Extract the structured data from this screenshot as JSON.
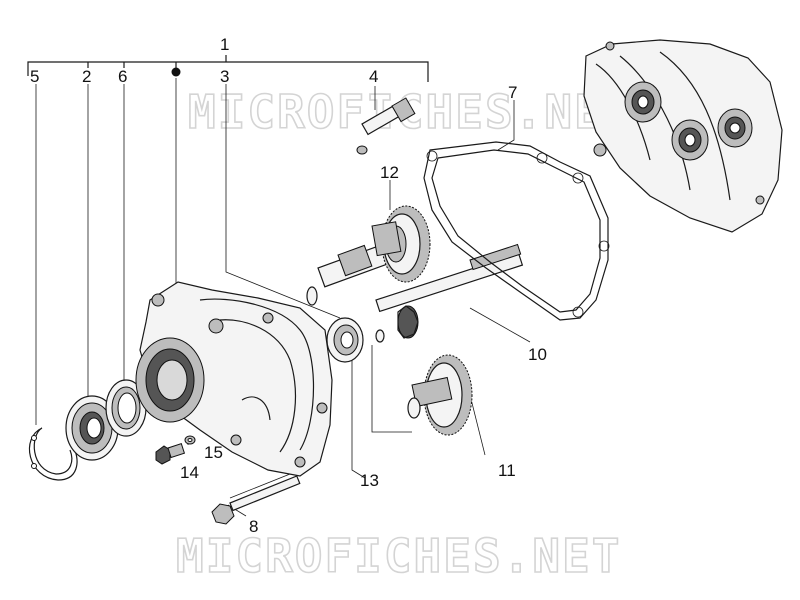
{
  "watermark": {
    "top": "MICROFICHES.NET",
    "bottom": "MICROFICHES.NET"
  },
  "callouts": {
    "c1": "1",
    "c2": "2",
    "c3": "3",
    "c4": "4",
    "c5": "5",
    "c6": "6",
    "c7": "7",
    "c8": "8",
    "c10": "10",
    "c11": "11",
    "c12": "12",
    "c13": "13",
    "c14": "14",
    "c15": "15"
  }
}
